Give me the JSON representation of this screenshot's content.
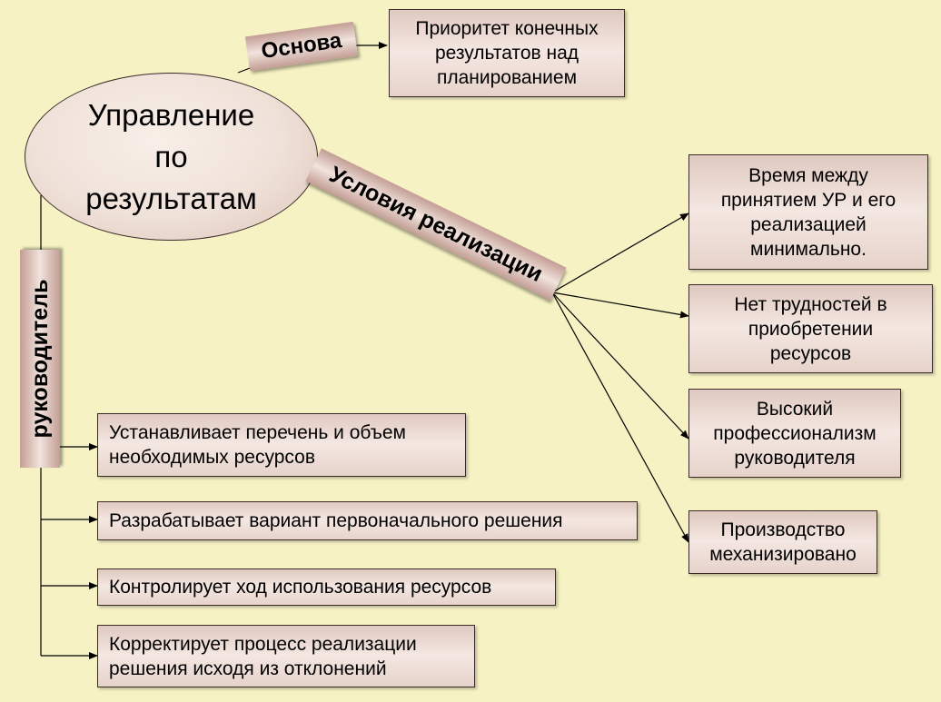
{
  "central": {
    "title": "Управление\nпо\nрезультатам"
  },
  "tags": {
    "basis": "Основа",
    "conditions": "Условия реализации",
    "manager": "руководитель"
  },
  "basis_box": "Приоритет конечных\nрезультатов  над\nпланированием",
  "conditions": [
    "Время между\nпринятием УР и его\nреализацией\nминимально.",
    "Нет трудностей в\nприобретении\nресурсов",
    "Высокий\nпрофессионализм\nруководителя",
    "Производство\nмеханизировано"
  ],
  "manager_tasks": [
    "Устанавливает перечень и объем\nнеобходимых ресурсов",
    "Разрабатывает вариант первоначального решения",
    "Контролирует ход использования ресурсов",
    "Корректирует процесс реализации\nрешения исходя из отклонений"
  ],
  "colors": {
    "background": "#f6f2c4",
    "box_fill": "#f4e7e1",
    "box_border": "#3a2a28",
    "tag_fill": "#c39e95"
  }
}
